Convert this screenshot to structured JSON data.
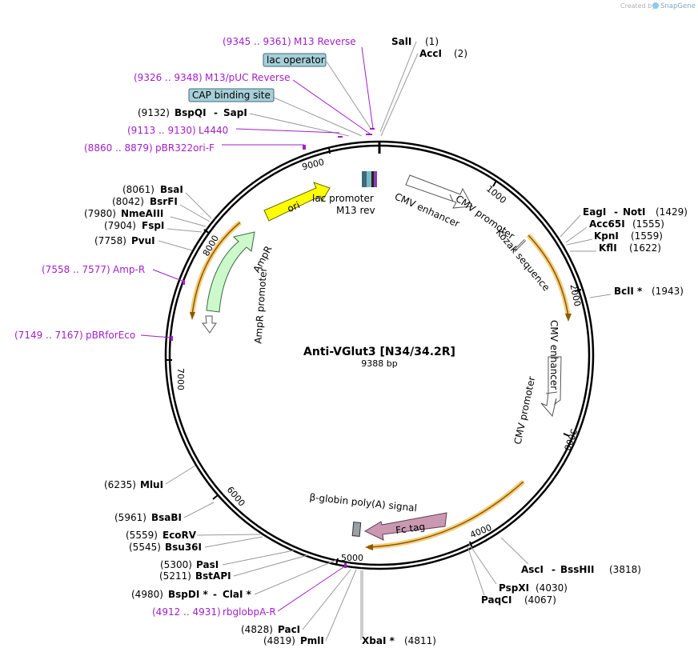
{
  "credit": {
    "text": "Created by",
    "brand": "SnapGene"
  },
  "plasmid": {
    "name": "Anti-VGlut3 [N34/34.2R]",
    "size": "9388 bp"
  },
  "ticks": [
    "1000",
    "2000",
    "3000",
    "4000",
    "5000",
    "6000",
    "7000",
    "8000",
    "9000"
  ],
  "sites_right": [
    {
      "name": "SalI",
      "pos": "(1)"
    },
    {
      "name": "AccI",
      "pos": "(2)"
    },
    {
      "name": "EagI",
      "sep": "-",
      "name2": "NotI",
      "pos": "(1429)"
    },
    {
      "name": "Acc65I",
      "pos": "(1555)"
    },
    {
      "name": "KpnI",
      "pos": "(1559)"
    },
    {
      "name": "KflI",
      "pos": "(1622)"
    },
    {
      "name": "BclI *",
      "pos": "(1943)"
    },
    {
      "name": "AscI",
      "sep": "-",
      "name2": "BssHII",
      "pos": "(3818)"
    },
    {
      "name": "PspXI",
      "pos": "(4030)"
    },
    {
      "name": "PaqCI",
      "pos": "(4067)"
    },
    {
      "name": "XbaI *",
      "pos": "(4811)"
    }
  ],
  "sites_left": [
    {
      "pos": "(9132)",
      "name": "BspQI",
      "sep": "-",
      "name2": "SapI"
    },
    {
      "pos": "(8061)",
      "name": "BsaI"
    },
    {
      "pos": "(8042)",
      "name": "BsrFI"
    },
    {
      "pos": "(7980)",
      "name": "NmeAIII"
    },
    {
      "pos": "(7904)",
      "name": "FspI"
    },
    {
      "pos": "(7758)",
      "name": "PvuI"
    },
    {
      "pos": "(6235)",
      "name": "MluI"
    },
    {
      "pos": "(5961)",
      "name": "BsaBI"
    },
    {
      "pos": "(5559)",
      "name": "EcoRV"
    },
    {
      "pos": "(5545)",
      "name": "Bsu36I"
    },
    {
      "pos": "(5300)",
      "name": "PasI"
    },
    {
      "pos": "(5211)",
      "name": "BstAPI"
    },
    {
      "pos": "(4980)",
      "name": "BspDI *",
      "sep": "-",
      "name2": "ClaI *"
    },
    {
      "pos": "(4828)",
      "name": "PacI"
    },
    {
      "pos": "(4819)",
      "name": "PmlI"
    }
  ],
  "primers": [
    {
      "range": "(9345 .. 9361)",
      "name": "M13 Reverse"
    },
    {
      "range": "(9326 .. 9348)",
      "name": "M13/pUC Reverse"
    },
    {
      "range": "(9113 .. 9130)",
      "name": "L4440"
    },
    {
      "range": "(8860 .. 8879)",
      "name": "pBR322ori-F"
    },
    {
      "range": "(7558 .. 7577)",
      "name": "Amp-R"
    },
    {
      "range": "(7149 .. 7167)",
      "name": "pBRforEco"
    },
    {
      "range": "(4912 .. 4931)",
      "name": "rbglobpA-R"
    }
  ],
  "boxed_features": [
    "lac operator",
    "CAP binding site"
  ],
  "features": {
    "ori": "ori",
    "ampr": "AmpR",
    "ampr_promoter": "AmpR promoter",
    "lac_promoter": "lac promoter",
    "m13_rev": "M13 rev",
    "cmv_enhancer_1": "CMV enhancer",
    "cmv_promoter_1": "CMV promoter",
    "kozak": "Kozak sequence",
    "cmv_enhancer_2": "CMV enhancer",
    "cmv_promoter_2": "CMV promoter",
    "beta_globin": "β-globin poly(A) signal",
    "fc_tag": "Fc tag"
  },
  "colors": {
    "ori": "#ffff00",
    "ampr": "#ccf8cc",
    "fc_tag": "#c899b0",
    "primer": "#a020c8",
    "box_fill": "#a6cfd8",
    "orf_glow": "#f5c86e",
    "orf_line": "#8a5a00"
  }
}
